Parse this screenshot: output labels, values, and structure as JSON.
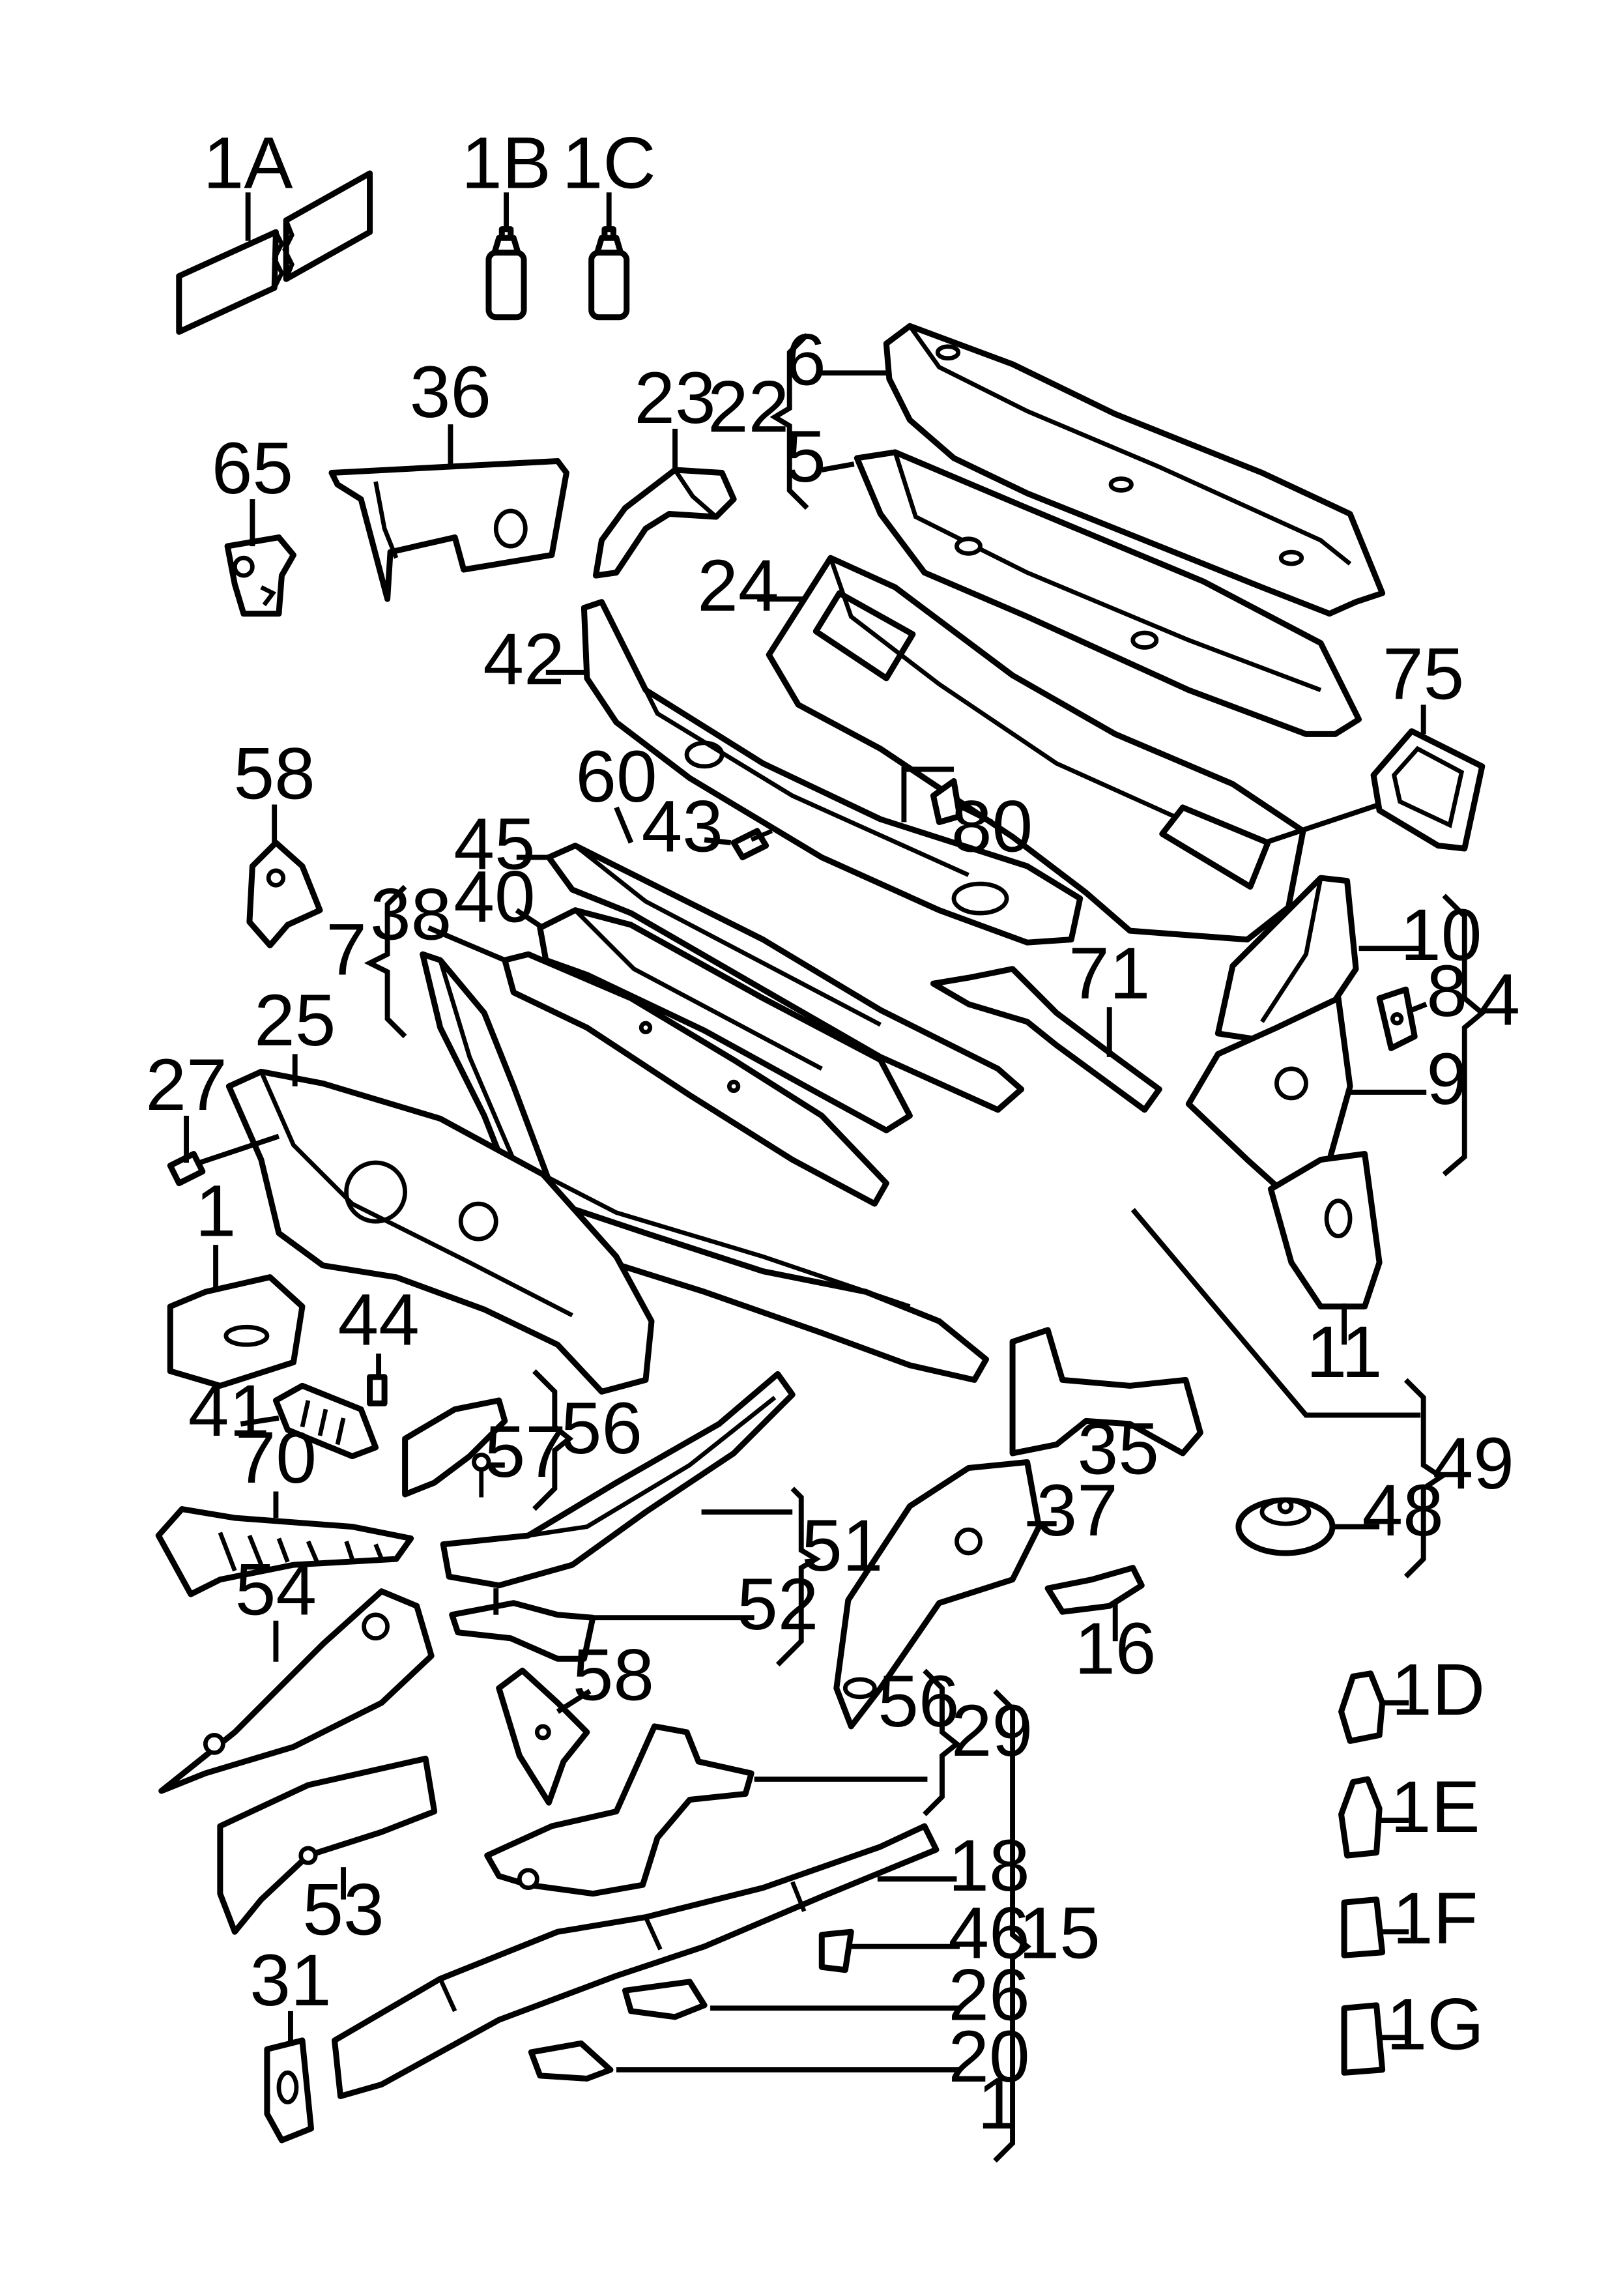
{
  "callouts": {
    "c1A": "1A",
    "c1B": "1B",
    "c1C": "1C",
    "c36": "36",
    "c23": "23",
    "c65": "65",
    "c22": "22",
    "c6": "6",
    "c5": "5",
    "c24": "24",
    "c42": "42",
    "c75": "75",
    "c58a": "58",
    "c60": "60",
    "c43": "43",
    "c80": "80",
    "c45": "45",
    "c40": "40",
    "c38": "38",
    "c7": "7",
    "c71": "71",
    "c10": "10",
    "c8": "8",
    "c4": "4",
    "c9": "9",
    "c11": "11",
    "c25": "25",
    "c27": "27",
    "c1": "1",
    "c44": "44",
    "c41": "41",
    "c56a": "56",
    "c57": "57",
    "c35": "35",
    "c49": "49",
    "c48": "48",
    "c70": "70",
    "c37": "37",
    "c51": "51",
    "c16": "16",
    "c54": "54",
    "c52": "52",
    "c58b": "58",
    "c56b": "56",
    "c29": "29",
    "c1D": "1D",
    "c1E": "1E",
    "c1F": "1F",
    "c1G": "1G",
    "c53": "53",
    "c18": "18",
    "c15": "15",
    "c46": "46",
    "c26": "26",
    "c31": "31",
    "c20": "20",
    "c1b": "1"
  }
}
